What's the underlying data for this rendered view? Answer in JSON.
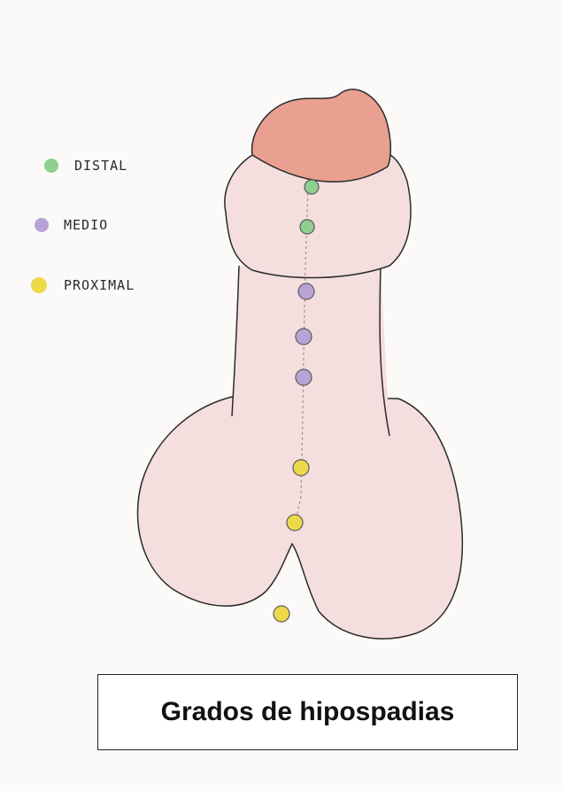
{
  "legend": [
    {
      "label": "DISTAL",
      "color": "#8fcf8f"
    },
    {
      "label": "MEDIO",
      "color": "#b9a3d6"
    },
    {
      "label": "PROXIMAL",
      "color": "#ecd94a"
    }
  ],
  "title": "Grados de hipospadias",
  "colors": {
    "glans": "#e9a090",
    "skin": "#f4dede",
    "outline": "#2b2b2b",
    "dot_outline": "#5b5b5b"
  },
  "markers": {
    "distal_count": 2,
    "medio_count": 3,
    "proximal_count": 3
  }
}
